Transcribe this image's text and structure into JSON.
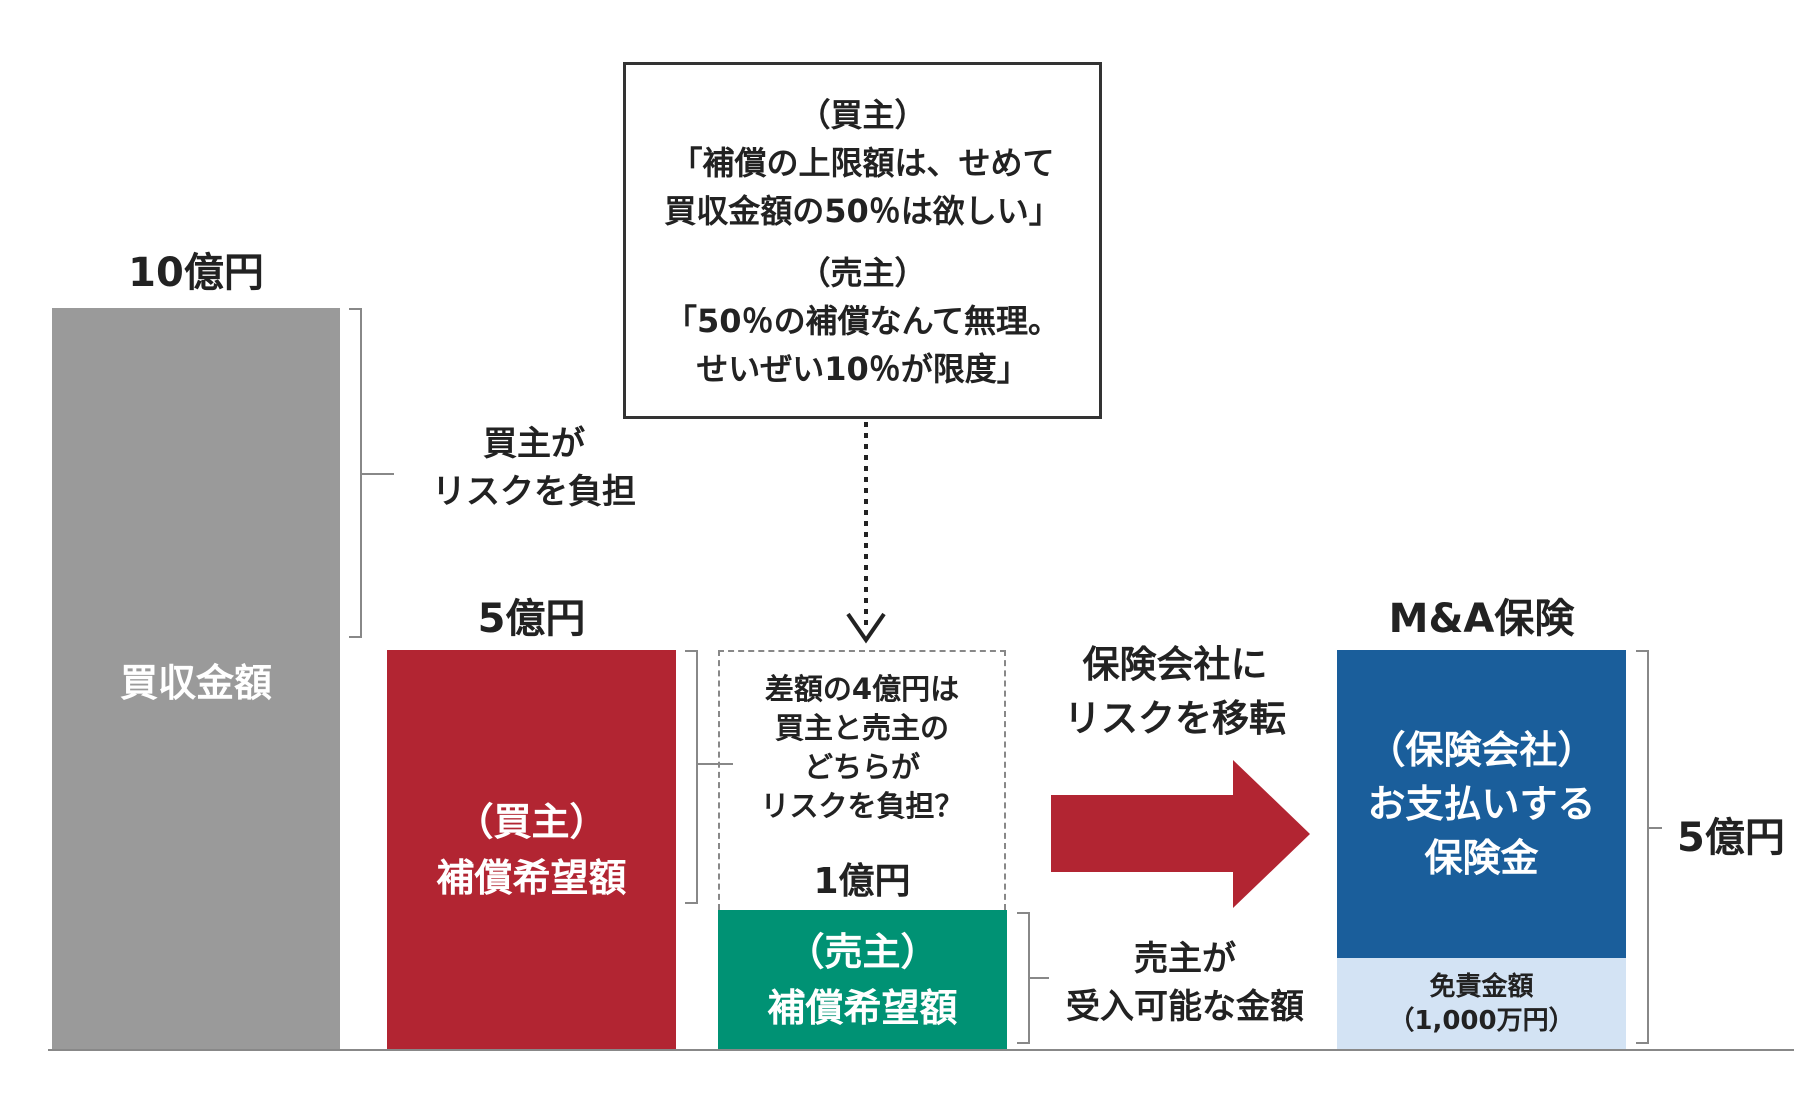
{
  "quote": {
    "buyer_tag": "（買主）",
    "buyer_line1": "「補償の上限額は、せめて",
    "buyer_line2": "買収金額の50％は欲しい」",
    "seller_tag": "（売主）",
    "seller_line1": "「50％の補償なんて無理。",
    "seller_line2": "せいぜい10％が限度」"
  },
  "purchase": {
    "amount": "10億円",
    "label": "買収金額",
    "risk_line1": "買主が",
    "risk_line2": "リスクを負担"
  },
  "buyer_comp": {
    "amount": "5億円",
    "line1": "（買主）",
    "line2": "補償希望額"
  },
  "gap": {
    "line1": "差額の4億円は",
    "line2": "買主と売主の",
    "line3": "どちらが",
    "line4": "リスクを負担？",
    "amount": "1億円"
  },
  "seller_comp": {
    "line1": "（売主）",
    "line2": "補償希望額",
    "note_line1": "売主が",
    "note_line2": "受入可能な金額"
  },
  "transfer": {
    "line1": "保険会社に",
    "line2": "リスクを移転"
  },
  "insurance": {
    "title": "M&A保険",
    "line1": "（保険会社）",
    "line2": "お支払いする",
    "line3": "保険金",
    "deductible_line1": "免責金額",
    "deductible_line2": "（1,000万円）",
    "amount": "5億円"
  },
  "colors": {
    "gray": "#9a9a9a",
    "red": "#b22532",
    "green": "#009274",
    "blue": "#1a5e9b",
    "light_blue": "#d3e3f4"
  }
}
